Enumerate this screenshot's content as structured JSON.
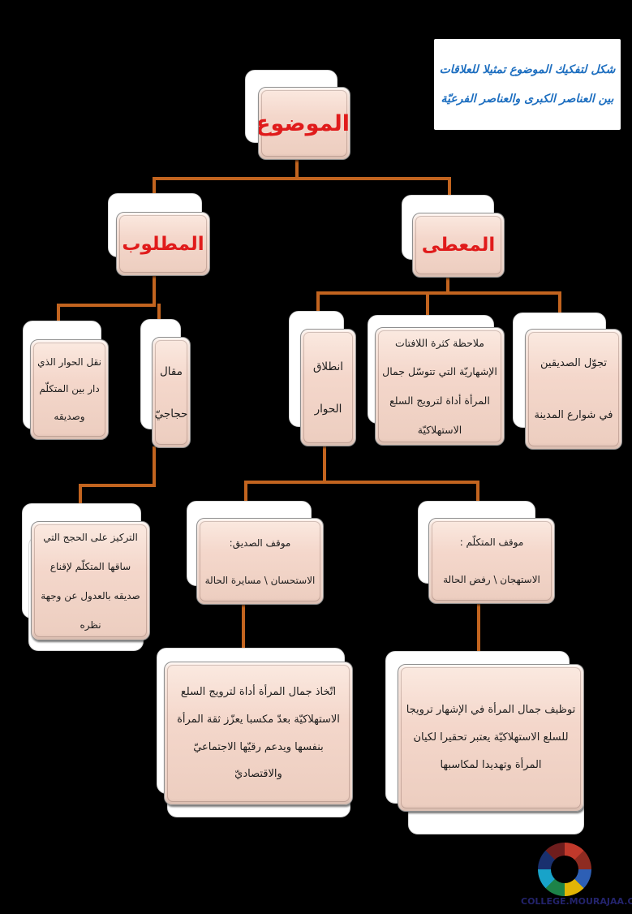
{
  "banner": {
    "text": "شكل لتفكيك الموضوع تمثيلا للعلاقات\nبين العناصر الكبرى والعناصر الفرعيّة"
  },
  "tree": {
    "topic": {
      "label": "الموضوع"
    },
    "matloub": {
      "label": "المطلوب"
    },
    "maata": {
      "label": "المعطى"
    },
    "naql": {
      "text": "نقل الحوار الذي\nدار بين المتكلّم\nوصديقه"
    },
    "maqal": {
      "text": "مقال\nحجاجيّ"
    },
    "intilaq": {
      "text": "انطلاق\nالحوار"
    },
    "mulahaza": {
      "text": "ملاحظة كثرة اللافتات الإشهاريّة التي تتوسّل جمال المرأة أداة لترويج السلع الاستهلاكيّة"
    },
    "tajawwul": {
      "text": "تجوّل الصديقين\nفي شوارع المدينة"
    },
    "tarkiz": {
      "text": "التركيز على الحجج التي ساقها المتكلّم لإقناع صديقه بالعدول عن وجهة نظره"
    },
    "mawqif_sadiq": {
      "text": "موقف الصديق:\nالاستحسان \\ مسايرة الحالة"
    },
    "mawqif_mutakallim": {
      "text": "موقف المتكلّم :\nالاستهجان \\ رفض الحالة"
    },
    "ittikhadh": {
      "text": "اتّخاذ جمال المرأة أداة لترويج السلع الاستهلاكيّة بعدّ مكسبا يعزّز ثقة المرأة بنفسها ويدعم رقيّها الاجتماعيّ والاقتصاديّ"
    },
    "tawzif": {
      "text": "توظيف جمال المرأة في الإشهار ترويجا للسلع الاستهلاكيّة يعتبر تحقيرا لكيان المرأة وتهديدا لمكاسبها"
    }
  },
  "footer": {
    "site": "COLLEGE.MOURAJAA.COM"
  },
  "colors": {
    "background": "#000000",
    "card_fill": "#f4d7cb",
    "connector": "#c2641f",
    "heading_red": "#e01b1b",
    "banner_blue": "#1e6fc0",
    "footer_navy": "#23236b",
    "shadow_card": "#ffffff"
  },
  "logo": {
    "icon": "college-mourajaa-logo-wheel",
    "segments": [
      "#c1392b",
      "#8e2b21",
      "#2d5fb5",
      "#e2b505",
      "#1d8348",
      "#18a3c9",
      "#19306e",
      "#6e1d1d"
    ]
  }
}
